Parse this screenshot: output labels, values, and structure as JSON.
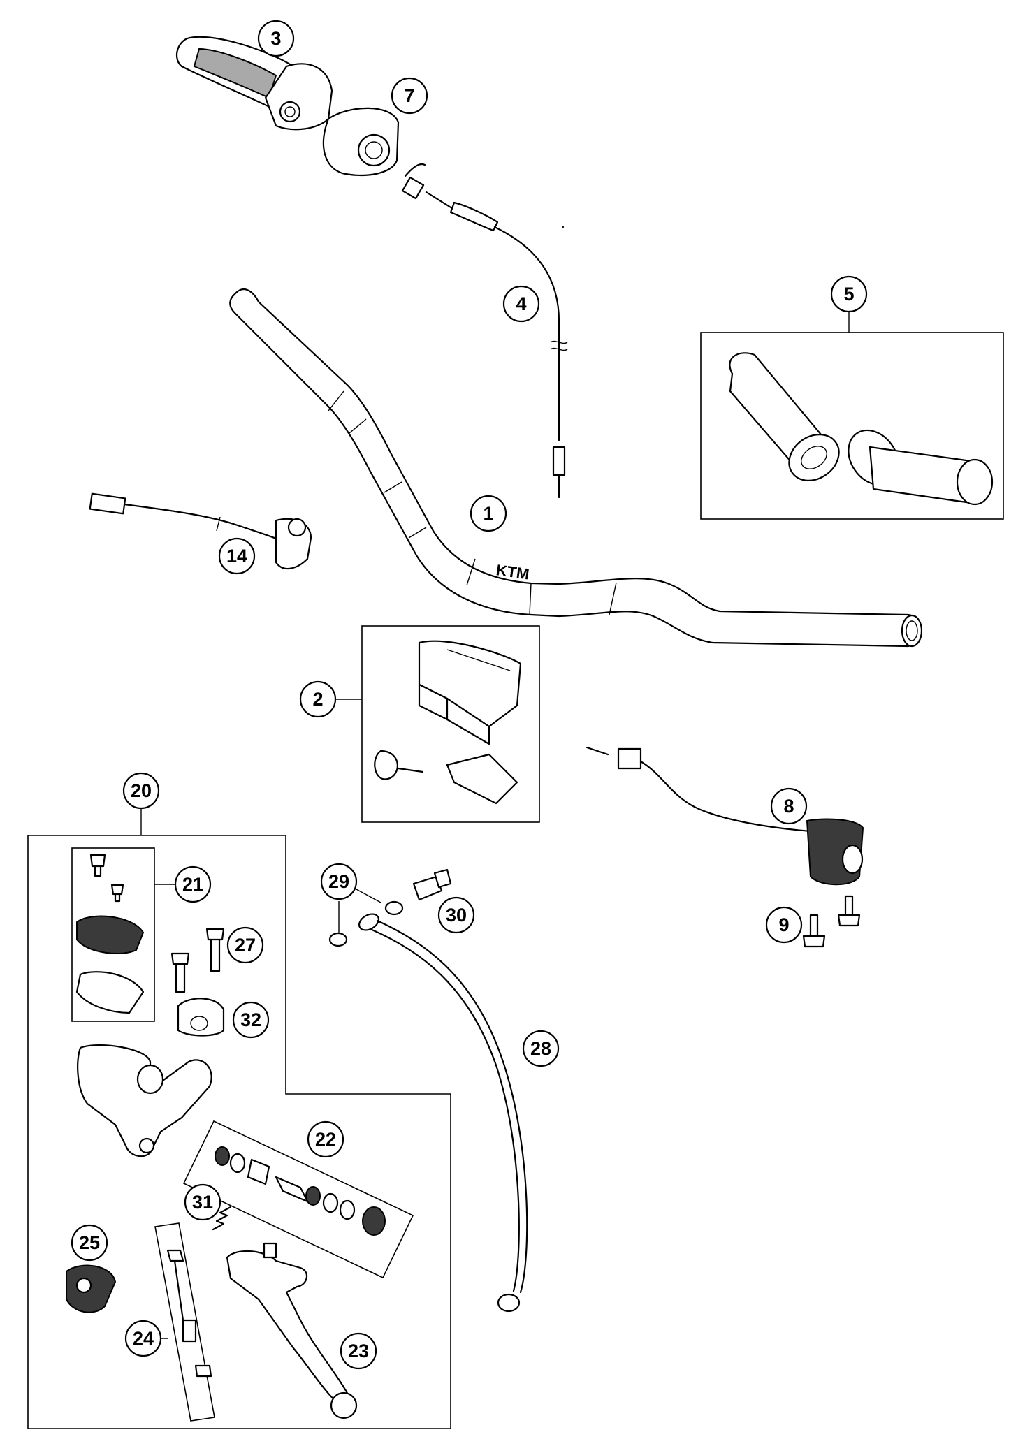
{
  "callouts": {
    "c1": "1",
    "c2": "2",
    "c3": "3",
    "c4": "4",
    "c5": "5",
    "c7": "7",
    "c8": "8",
    "c9": "9",
    "c14": "14",
    "c20": "20",
    "c21": "21",
    "c22": "22",
    "c23": "23",
    "c24": "24",
    "c25": "25",
    "c27": "27",
    "c28": "28",
    "c29": "29",
    "c30": "30",
    "c31": "31",
    "c32": "32"
  },
  "colors": {
    "ink": "#000000",
    "paper": "#ffffff",
    "shade": "#a9a9a9",
    "dark": "#3a3a3a"
  }
}
